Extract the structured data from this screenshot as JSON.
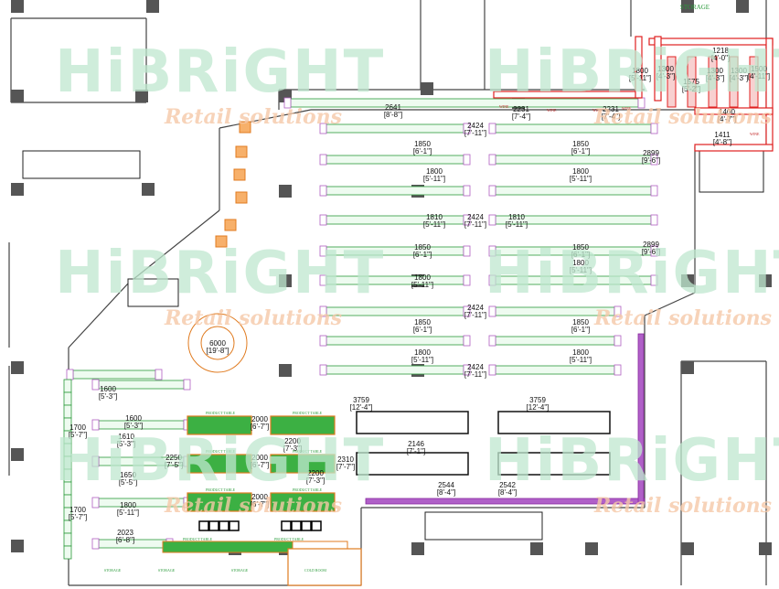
{
  "watermark": {
    "brand": "HiBRiGHT",
    "tagline": "Retail solutions",
    "brand_color": "#bfe8cf",
    "tagline_color": "#f6c9a8"
  },
  "colors": {
    "gondola": "#2a9a3a",
    "endcap": "#b05ec0",
    "wine": "#e02020",
    "product_table": "#e07b20",
    "pillar": "#555555",
    "wall": "#444444",
    "freezer": "#8a2aa0"
  },
  "labels": {
    "storage_top": "STORAGE",
    "storage_bottom": [
      "STORAGE",
      "STORAGE",
      "STORAGE"
    ],
    "cold_room": "COLD ROOM",
    "product_table": "PRODUCT TABLE",
    "wine": "WINE",
    "circle_dim": "6000",
    "circle_dim_imperial": "[19'-8\"]"
  },
  "dimensions": [
    {
      "v": "2424",
      "i": "[7'-11\"]"
    },
    {
      "v": "2424",
      "i": "[7'-11\"]"
    },
    {
      "v": "2424",
      "i": "[7'-11\"]"
    },
    {
      "v": "2424",
      "i": "[7'-11\"]"
    },
    {
      "v": "1850",
      "i": "[6'-1\"]"
    },
    {
      "v": "1850",
      "i": "[6'-1\"]"
    },
    {
      "v": "1850",
      "i": "[6'-1\"]"
    },
    {
      "v": "1850",
      "i": "[6'-1\"]"
    },
    {
      "v": "1850",
      "i": "[6'-1\"]"
    },
    {
      "v": "1850",
      "i": "[6'-1\"]"
    },
    {
      "v": "1800",
      "i": "[5'-11\"]"
    },
    {
      "v": "1800",
      "i": "[5'-11\"]"
    },
    {
      "v": "1800",
      "i": "[5'-11\"]"
    },
    {
      "v": "1800",
      "i": "[5'-11\"]"
    },
    {
      "v": "1800",
      "i": "[5'-11\"]"
    },
    {
      "v": "1800",
      "i": "[5'-11\"]"
    },
    {
      "v": "1810",
      "i": "[5'-11\"]"
    },
    {
      "v": "1810",
      "i": "[5'-11\"]"
    },
    {
      "v": "2899",
      "i": "[9'-6\"]"
    },
    {
      "v": "2899",
      "i": "[9'-6\"]"
    },
    {
      "v": "2641",
      "i": "[8'-8\"]"
    },
    {
      "v": "2231",
      "i": "[7'-4\"]"
    },
    {
      "v": "2231",
      "i": "[7'-4\"]"
    },
    {
      "v": "3759",
      "i": "[12'-4\"]"
    },
    {
      "v": "3759",
      "i": "[12'-4\"]"
    },
    {
      "v": "2146",
      "i": "[7'-1\"]"
    },
    {
      "v": "2544",
      "i": "[8'-4\"]"
    },
    {
      "v": "2542",
      "i": "[8'-4\"]"
    },
    {
      "v": "1800",
      "i": "[5'-11\"]"
    },
    {
      "v": "1300",
      "i": "[4'-3\"]"
    },
    {
      "v": "1575",
      "i": "[5'-2\"]"
    },
    {
      "v": "1300",
      "i": "[4'-3\"]"
    },
    {
      "v": "1300",
      "i": "[4'-3\"]"
    },
    {
      "v": "1500",
      "i": "[4'-11\"]"
    },
    {
      "v": "1218",
      "i": "[4'-0\"]"
    },
    {
      "v": "1400",
      "i": "[4'-7\"]"
    },
    {
      "v": "1411",
      "i": "[4'-8\"]"
    },
    {
      "v": "1600",
      "i": "[5'-3\"]"
    },
    {
      "v": "1600",
      "i": "[5'-3\"]"
    },
    {
      "v": "1700",
      "i": "[5'-7\"]"
    },
    {
      "v": "1610",
      "i": "[5'-3\"]"
    },
    {
      "v": "1650",
      "i": "[5'-5\"]"
    },
    {
      "v": "1800",
      "i": "[5'-11\"]"
    },
    {
      "v": "1700",
      "i": "[5'-7\"]"
    },
    {
      "v": "2023",
      "i": "[6'-8\"]"
    },
    {
      "v": "2000",
      "i": "[6'-7\"]"
    },
    {
      "v": "2000",
      "i": "[6'-7\"]"
    },
    {
      "v": "2000",
      "i": "[6'-7\"]"
    },
    {
      "v": "2250",
      "i": "[7'-5\"]"
    },
    {
      "v": "2310",
      "i": "[7'-7\"]"
    },
    {
      "v": "2200",
      "i": "[7'-3\"]"
    },
    {
      "v": "2200",
      "i": "[7'-3\"]"
    }
  ]
}
